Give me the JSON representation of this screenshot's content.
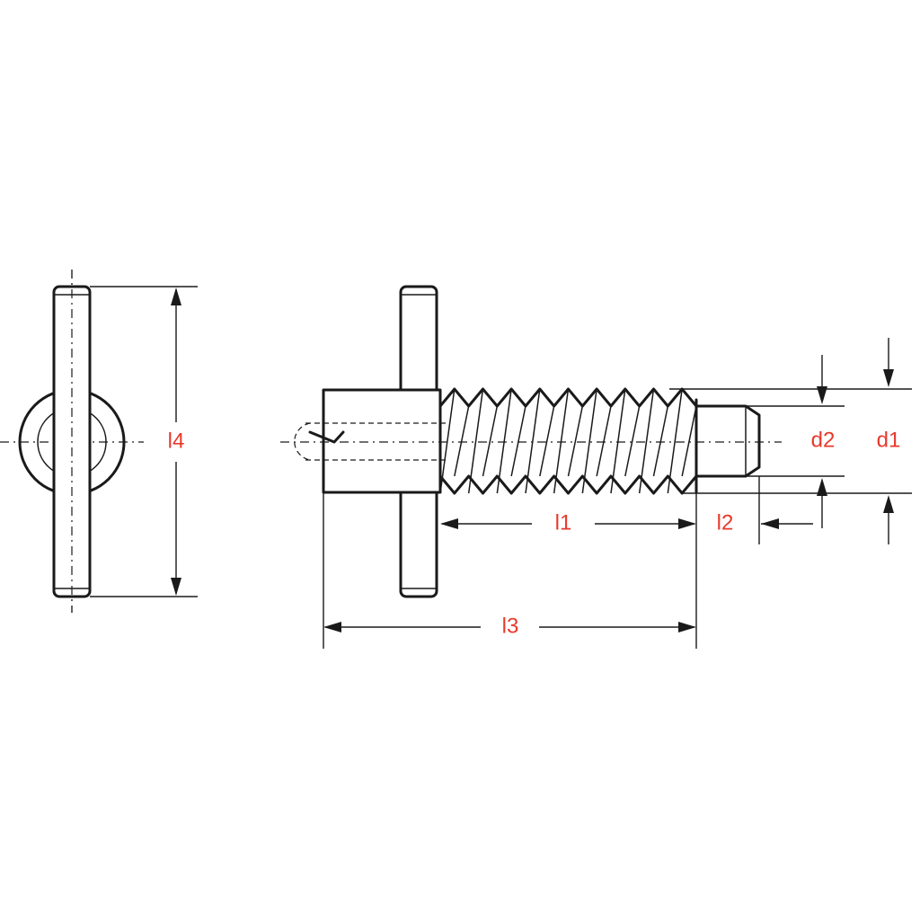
{
  "labels": {
    "l1": "l1",
    "l2": "l2",
    "l3": "l3",
    "l4": "l4",
    "d1": "d1",
    "d2": "d2"
  },
  "colors": {
    "line": "#1a1a1a",
    "label": "#e8392b",
    "background": "#ffffff"
  }
}
